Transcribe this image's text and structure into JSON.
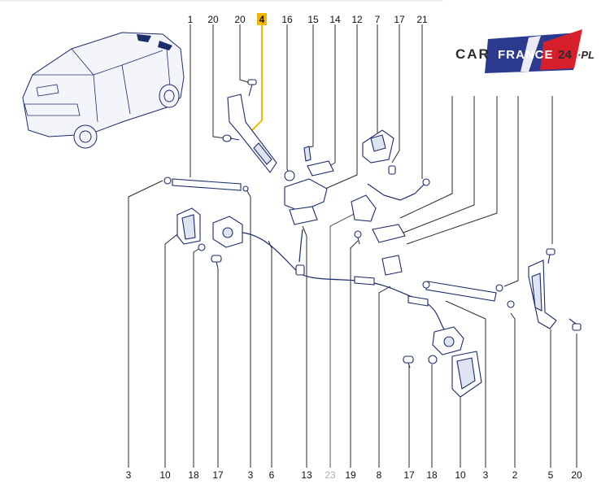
{
  "top_labels": [
    {
      "id": "top-1",
      "text": "1"
    },
    {
      "id": "top-20a",
      "text": "20"
    },
    {
      "id": "top-20b",
      "text": "20"
    },
    {
      "id": "top-4",
      "text": "4"
    },
    {
      "id": "top-16",
      "text": "16"
    },
    {
      "id": "top-15",
      "text": "15"
    },
    {
      "id": "top-14",
      "text": "14"
    },
    {
      "id": "top-12",
      "text": "12"
    },
    {
      "id": "top-7",
      "text": "7"
    },
    {
      "id": "top-17",
      "text": "17"
    },
    {
      "id": "top-21",
      "text": "21"
    }
  ],
  "bottom_labels": [
    {
      "id": "bot-3a",
      "text": "3"
    },
    {
      "id": "bot-10a",
      "text": "10"
    },
    {
      "id": "bot-18a",
      "text": "18"
    },
    {
      "id": "bot-17a",
      "text": "17"
    },
    {
      "id": "bot-3b",
      "text": "3"
    },
    {
      "id": "bot-6",
      "text": "6"
    },
    {
      "id": "bot-13",
      "text": "13"
    },
    {
      "id": "bot-23",
      "text": "23"
    },
    {
      "id": "bot-19",
      "text": "19"
    },
    {
      "id": "bot-8",
      "text": "8"
    },
    {
      "id": "bot-17b",
      "text": "17"
    },
    {
      "id": "bot-18b",
      "text": "18"
    },
    {
      "id": "bot-10b",
      "text": "10"
    },
    {
      "id": "bot-3c",
      "text": "3"
    },
    {
      "id": "bot-2",
      "text": "2"
    },
    {
      "id": "bot-5",
      "text": "5"
    },
    {
      "id": "bot-20",
      "text": "20"
    }
  ],
  "logo": {
    "text_left": "CAR",
    "text_mid": "FRANCE",
    "text_right": "24",
    "text_suffix": "·PL"
  },
  "colors": {
    "highlight": "#f2b705",
    "part_stroke": "#1b2c6b",
    "logo_blue": "#2b3a8f",
    "logo_red": "#d51f2b"
  }
}
